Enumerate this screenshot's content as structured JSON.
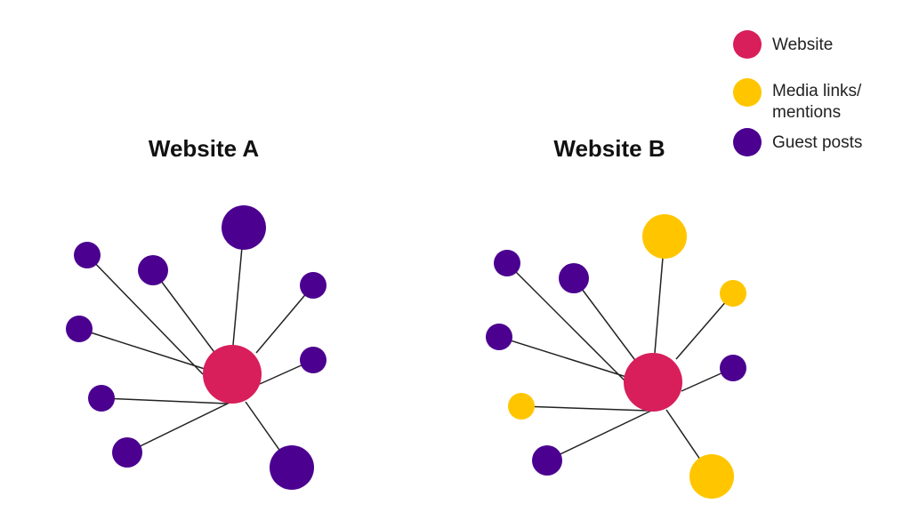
{
  "legend": {
    "items": [
      {
        "key": "website",
        "label": "Website",
        "color": "#D81E5B"
      },
      {
        "key": "media",
        "label_lines": [
          "Media links/",
          "mentions"
        ],
        "color": "#FFC600"
      },
      {
        "key": "guest",
        "label": "Guest posts",
        "color": "#4B0090"
      }
    ]
  },
  "diagrams": [
    {
      "id": "a",
      "title": "Website A",
      "leaves": [
        "guest",
        "guest",
        "guest",
        "guest",
        "guest",
        "guest",
        "guest",
        "guest",
        "guest"
      ]
    },
    {
      "id": "b",
      "title": "Website B",
      "leaves": [
        "guest",
        "guest",
        "media",
        "media",
        "guest",
        "guest",
        "media",
        "guest",
        "media"
      ]
    }
  ]
}
